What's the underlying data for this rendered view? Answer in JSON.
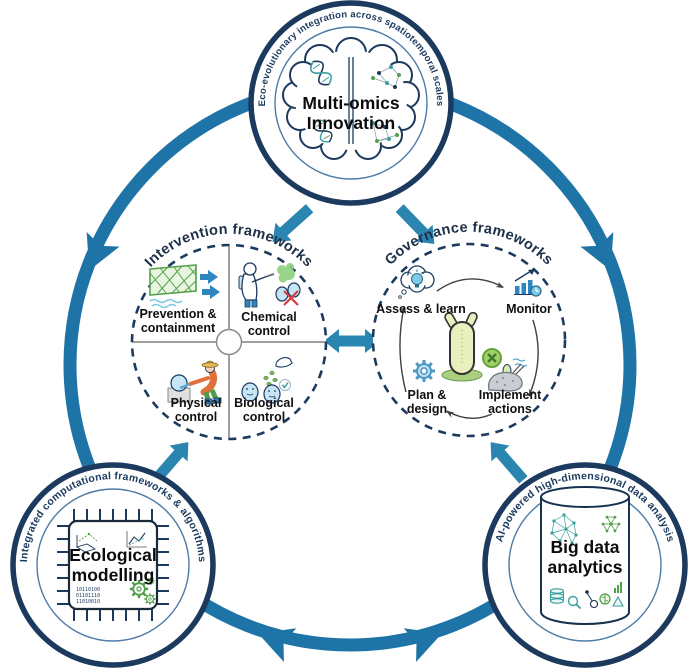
{
  "colors": {
    "navy": "#1b3a5e",
    "ring_blue": "#1e74a7",
    "arrow_blue": "#2a85b0",
    "teal": "#3a9fa0",
    "green": "#55a04c",
    "light_blue": "#c7e6f5",
    "text_black": "#111111"
  },
  "nodes": {
    "multi_omics": {
      "arc_label": "Eco-evolutionary integration across spatiotemporal scales",
      "title_line1": "Multi-omics",
      "title_line2": "Innovation",
      "icon": "brain-icon"
    },
    "ecological_modelling": {
      "arc_label": "Integrated computational frameworks & algorithms",
      "title_line1": "Ecological",
      "title_line2": "modelling",
      "icon": "microchip-icon"
    },
    "big_data": {
      "arc_label": "AI-powered high-dimensional data analysis",
      "title_line1": "Big data",
      "title_line2": "analytics",
      "icon": "database-cylinder-icon"
    }
  },
  "intervention": {
    "title": "Intervention frameworks",
    "quadrants": [
      {
        "line1": "Prevention &",
        "line2": "containment",
        "icon": "barrier-fence-icon"
      },
      {
        "line1": "Chemical",
        "line2": "control",
        "icon": "sprayer-person-icon"
      },
      {
        "line1": "Physical",
        "line2": "control",
        "icon": "manual-removal-icon"
      },
      {
        "line1": "Biological",
        "line2": "control",
        "icon": "biocontrol-release-icon"
      }
    ]
  },
  "governance": {
    "title": "Governance frameworks",
    "steps": [
      {
        "label": "Assess & learn",
        "icon": "idea-cloud-icon"
      },
      {
        "label": "Monitor",
        "icon": "monitoring-chart-icon"
      },
      {
        "line1": "Implement",
        "line2": "actions",
        "icon": "implementation-rock-icon"
      },
      {
        "line1": "Plan &",
        "line2": "design",
        "icon": "gear-icon"
      }
    ],
    "center_icon": "tunicate-icon"
  }
}
